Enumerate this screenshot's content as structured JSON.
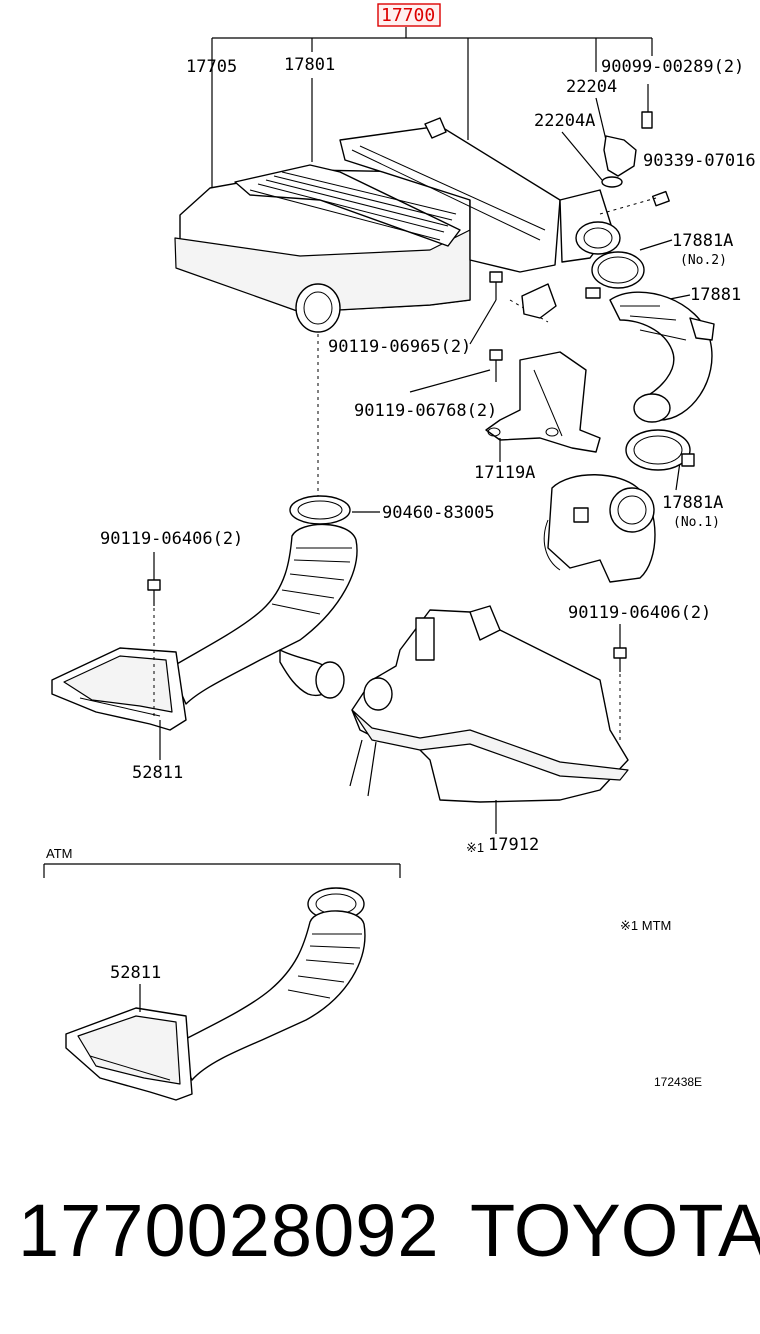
{
  "labels": {
    "assembly": "17700",
    "l_17705": "17705",
    "l_17801": "17801",
    "l_90099": "90099-00289(2)",
    "l_22204": "22204",
    "l_22204a": "22204A",
    "l_90339": "90339-07016",
    "l_17881a_top": "17881A",
    "l_no2": "(No.2)",
    "l_17881": "17881",
    "l_90119_06965": "90119-06965(2)",
    "l_90119_06768": "90119-06768(2)",
    "l_17119a": "17119A",
    "l_17881a_bot": "17881A",
    "l_no1": "(No.1)",
    "l_90460": "90460-83005",
    "l_90119_06406_left": "90119-06406(2)",
    "l_90119_06406_right": "90119-06406(2)",
    "l_52811": "52811",
    "l_17912_mark": "※1",
    "l_17912": "17912",
    "atm": "ATM",
    "l_52811_atm": "52811",
    "mtm_note": "※1 MTM",
    "drawing_code": "172438E"
  },
  "footer": {
    "part_number": "1770028092",
    "brand": "TOYOTA"
  },
  "colors": {
    "highlight": "#d00000",
    "ink": "#000000"
  }
}
